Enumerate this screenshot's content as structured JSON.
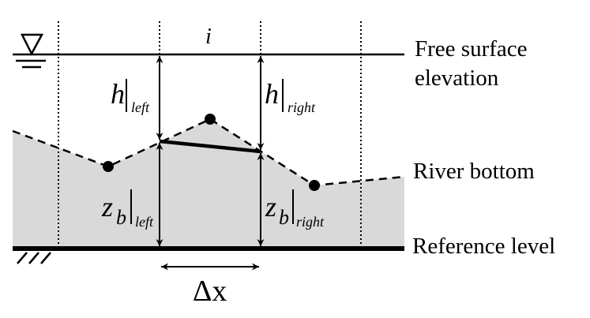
{
  "diagram": {
    "cell_label": "i",
    "labels": {
      "free_surface_line1": "Free surface",
      "free_surface_line2": "elevation",
      "river_bottom": "River bottom",
      "reference_level": "Reference level"
    },
    "depth_left": {
      "symbol": "h",
      "subscript": "left"
    },
    "depth_right": {
      "symbol": "h",
      "subscript": "right"
    },
    "bed_left": {
      "symbol": "z",
      "sub_b": "b",
      "subscript": "left"
    },
    "bed_right": {
      "symbol": "z",
      "sub_b": "b",
      "subscript": "right"
    },
    "spacing": "Δx",
    "colors": {
      "bed_fill": "#d9d9d9",
      "line": "#000000"
    }
  }
}
